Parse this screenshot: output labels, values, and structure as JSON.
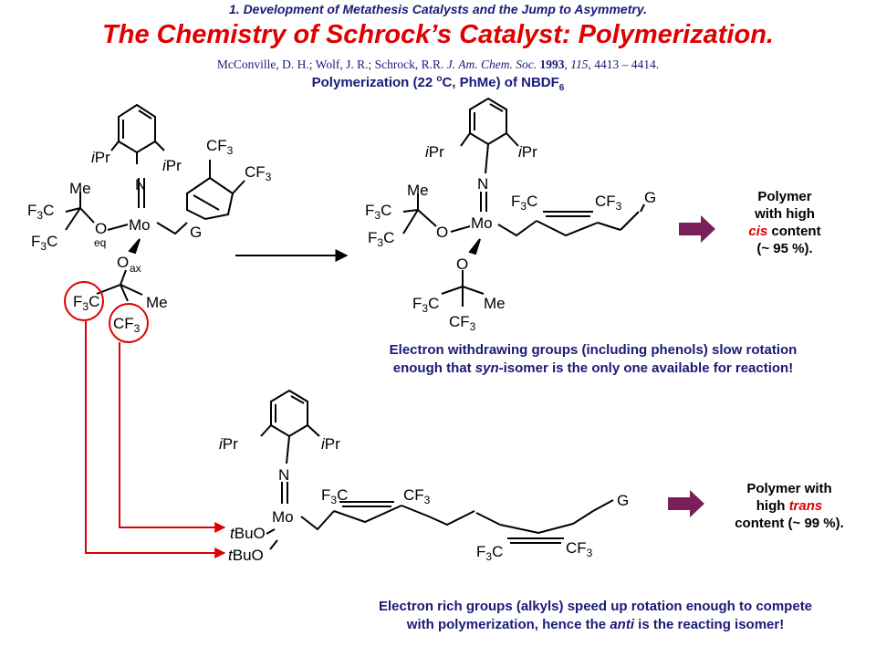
{
  "header": {
    "caption": "1. Development of Metathesis Catalysts and the Jump to Asymmetry.",
    "title": "The Chemistry of Schrock’s Catalyst: Polymerization.",
    "citation_authors": "McConville, D. H.; Wolf, J. R.; Schrock, R.R.",
    "citation_journal": "J. Am. Chem. Soc.",
    "citation_year": "1993",
    "citation_volume": "115",
    "citation_pages": "4413 – 4414.",
    "subtitle_pre": "Polymerization (22 ",
    "subtitle_deg": "o",
    "subtitle_mid": "C, PhMe) of NBDF",
    "subtitle_sub": "6"
  },
  "labels": {
    "ipr": "iPr",
    "ipr_i": "i",
    "ipr_rest": "Pr",
    "n": "N",
    "mo": "Mo",
    "o": "O",
    "me": "Me",
    "f3c": "F3C",
    "cf3": "CF3",
    "g": "G",
    "eq": "eq",
    "ax": "ax",
    "tbuo": "tBuO",
    "t": "t",
    "buo": "BuO"
  },
  "result_cis": {
    "line1": "Polymer",
    "line2": "with high",
    "emph": "cis",
    "line3_rest": " content",
    "line4": "(~ 95 %)."
  },
  "result_trans": {
    "line1": "Polymer with",
    "line2_pre": "high ",
    "emph": "trans",
    "line3": "content (~ 99 %)."
  },
  "note_syn": {
    "line1": "Electron withdrawing groups (including phenols) slow rotation",
    "line2_pre": "enough that ",
    "emph": "syn",
    "line2_post": "-isomer is the only one available for reaction!"
  },
  "note_anti": {
    "line1": "Electron rich groups (alkyls) speed up rotation enough to compete",
    "line2_pre": "with polymerization, hence the ",
    "emph": "anti",
    "line2_post": " is the reacting isomer!"
  },
  "colors": {
    "title_red": "#e00000",
    "text_navy": "#1a1a7a",
    "arrow_purple": "#7a1f5c",
    "highlight_red": "#e00000"
  }
}
